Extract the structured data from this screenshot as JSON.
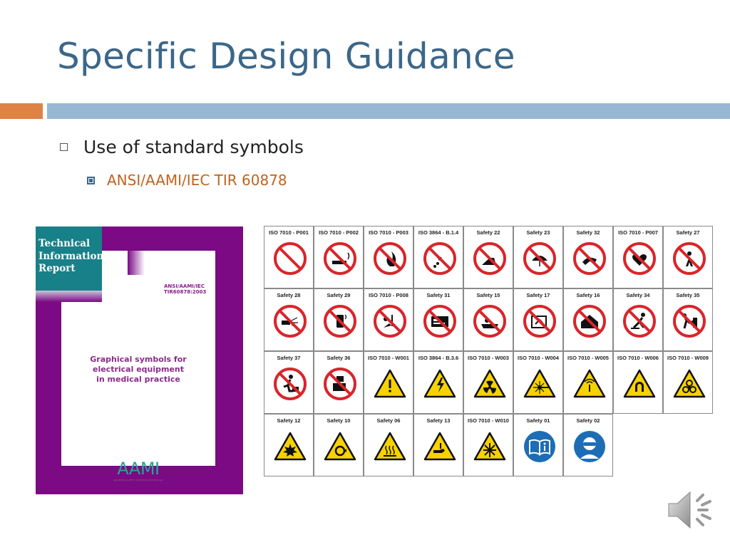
{
  "slide": {
    "title": "Specific Design Guidance",
    "bullet1": "Use of standard symbols",
    "bullet2": "ANSI/AAMI/IEC TIR 60878"
  },
  "cover": {
    "badge": "Technical\nInformation\nReport",
    "standard": "ANSI/AAMI/IEC TIR60878:2003",
    "doc_title": "Graphical symbols for\nelectrical equipment\nin medical practice",
    "logo": "AAMI",
    "logo_sub": "ADVANCING SAFETY IN MEDICAL TECHNOLOGY"
  },
  "symbols": [
    {
      "label": "ISO 7010 - P001",
      "kind": "prohibit",
      "icon": "general-prohibition-icon"
    },
    {
      "label": "ISO 7010 - P002",
      "kind": "prohibit",
      "icon": "no-smoking-icon"
    },
    {
      "label": "ISO 7010 - P003",
      "kind": "prohibit",
      "icon": "no-open-flame-icon"
    },
    {
      "label": "ISO 3864 - B.1.4",
      "kind": "prohibit",
      "icon": "no-water-icon"
    },
    {
      "label": "Safety 22",
      "kind": "prohibit",
      "icon": "no-sitting-icon"
    },
    {
      "label": "Safety 23",
      "kind": "prohibit",
      "icon": "no-umbrella-icon"
    },
    {
      "label": "Safety 32",
      "kind": "prohibit",
      "icon": "no-touching-icon"
    },
    {
      "label": "ISO 7010 - P007",
      "kind": "prohibit",
      "icon": "no-pacemaker-icon"
    },
    {
      "label": "Safety 27",
      "kind": "prohibit",
      "icon": "no-implant-icon"
    },
    {
      "label": "Safety 28",
      "kind": "prohibit",
      "icon": "no-spraying-icon"
    },
    {
      "label": "Safety 29",
      "kind": "prohibit",
      "icon": "no-mobile-phone-icon"
    },
    {
      "label": "ISO 7010 - P008",
      "kind": "prohibit",
      "icon": "no-metal-objects-icon"
    },
    {
      "label": "Safety 31",
      "kind": "prohibit",
      "icon": "no-cards-icon"
    },
    {
      "label": "Safety 15",
      "kind": "prohibit",
      "icon": "no-bathing-icon"
    },
    {
      "label": "Safety 17",
      "kind": "prohibit",
      "icon": "no-disassembly-icon"
    },
    {
      "label": "Safety 16",
      "kind": "prohibit",
      "icon": "no-home-use-icon"
    },
    {
      "label": "Safety 34",
      "kind": "prohibit",
      "icon": "no-stepping-icon"
    },
    {
      "label": "Safety 35",
      "kind": "prohibit",
      "icon": "no-pushing-icon"
    },
    {
      "label": "Safety 37",
      "kind": "prohibit",
      "icon": "no-climbing-icon"
    },
    {
      "label": "Safety 36",
      "kind": "prohibit",
      "icon": "no-stacking-icon"
    },
    {
      "label": "ISO 7010 - W001",
      "kind": "warn",
      "icon": "general-warning-icon"
    },
    {
      "label": "ISO 3864 - B.3.6",
      "kind": "warn",
      "icon": "electricity-warning-icon"
    },
    {
      "label": "ISO 7010 - W003",
      "kind": "warn",
      "icon": "radiation-warning-icon"
    },
    {
      "label": "ISO 7010 - W004",
      "kind": "warn",
      "icon": "laser-warning-icon"
    },
    {
      "label": "ISO 7010 - W005",
      "kind": "warn",
      "icon": "non-ionizing-radiation-icon"
    },
    {
      "label": "ISO 7010 - W006",
      "kind": "warn",
      "icon": "magnetic-field-icon"
    },
    {
      "label": "ISO 7010 - W009",
      "kind": "warn",
      "icon": "biohazard-icon"
    },
    {
      "label": "Safety 12",
      "kind": "warn",
      "icon": "explosion-warning-icon"
    },
    {
      "label": "Safety 10",
      "kind": "warn",
      "icon": "rotating-parts-icon"
    },
    {
      "label": "Safety 06",
      "kind": "warn",
      "icon": "hot-surface-icon"
    },
    {
      "label": "Safety 13",
      "kind": "warn",
      "icon": "hand-crush-icon"
    },
    {
      "label": "ISO 7010 - W010",
      "kind": "warn",
      "icon": "low-temperature-icon"
    },
    {
      "label": "Safety 01",
      "kind": "mandatory",
      "icon": "read-manual-icon"
    },
    {
      "label": "Safety 02",
      "kind": "mandatory",
      "icon": "wear-goggles-icon"
    }
  ],
  "colors": {
    "title": "#3b6789",
    "accent_orange": "#de8344",
    "accent_blue": "#98b7d3",
    "sub_bullet": "#c0631e",
    "cover_purple": "#7b0a84",
    "cover_teal": "#188088",
    "prohibit_red": "#d9252a",
    "warn_yellow": "#f6d200",
    "mandatory_blue": "#1d6db5"
  }
}
